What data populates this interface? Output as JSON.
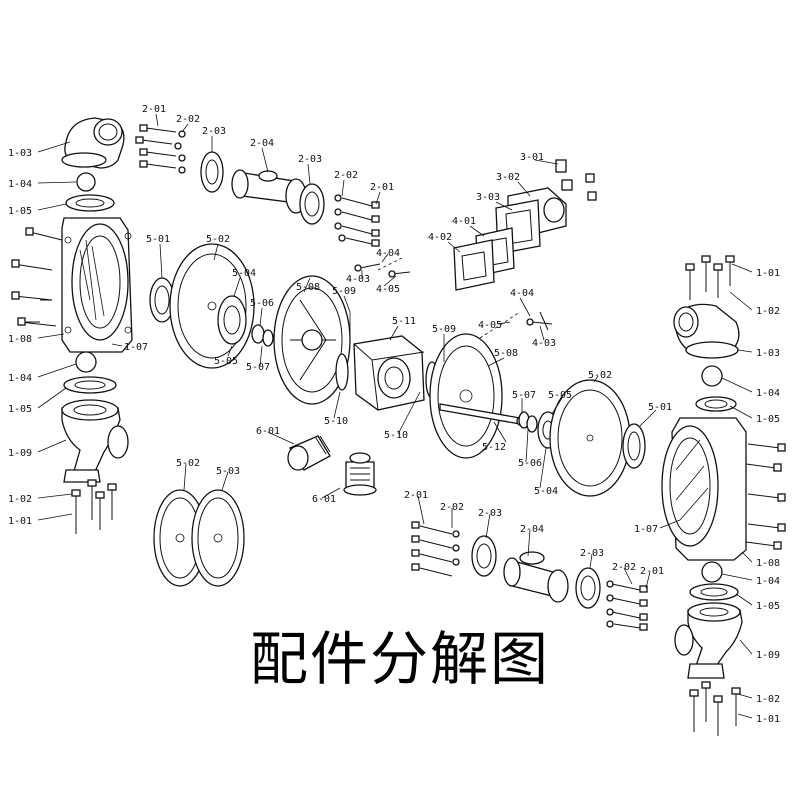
{
  "title": "配件分解图",
  "labels": {
    "p1_03": "1-03",
    "p1_04a": "1-04",
    "p1_05a": "1-05",
    "p1_08a": "1-08",
    "p1_07a": "1-07",
    "p1_04b": "1-04",
    "p1_05b": "1-05",
    "p1_09a": "1-09",
    "p1_02a": "1-02",
    "p1_01a": "1-01",
    "p2_01a": "2-01",
    "p2_02a": "2-02",
    "p2_03a": "2-03",
    "p2_04a": "2-04",
    "p2_03b": "2-03",
    "p2_02b": "2-02",
    "p2_01b": "2-01",
    "p3_01": "3-01",
    "p3_02": "3-02",
    "p3_03": "3-03",
    "p4_01": "4-01",
    "p4_02": "4-02",
    "p4_04a": "4-04",
    "p4_03a": "4-03",
    "p4_05a": "4-05",
    "p4_04b": "4-04",
    "p4_05b": "4-05",
    "p4_03b": "4-03",
    "p5_01a": "5-01",
    "p5_02a": "5-02",
    "p5_04a": "5-04",
    "p5_06a": "5-06",
    "p5_05a": "5-05",
    "p5_07a": "5-07",
    "p5_08a": "5-08",
    "p5_09a": "5-09",
    "p5_11": "5-11",
    "p5_10a": "5-10",
    "p5_09b": "5-09",
    "p5_08b": "5-08",
    "p5_10b": "5-10",
    "p5_12": "5-12",
    "p5_07b": "5-07",
    "p5_05b": "5-05",
    "p5_06b": "5-06",
    "p5_04b": "5-04",
    "p5_02b": "5-02",
    "p5_01b": "5-01",
    "p6_01a": "6-01",
    "p6_01b": "6-01",
    "p5_02c": "5-02",
    "p5_03": "5-03",
    "p2_01c": "2-01",
    "p2_02c": "2-02",
    "p2_03c": "2-03",
    "p2_04b": "2-04",
    "p2_03d": "2-03",
    "p2_02d": "2-02",
    "p2_01d": "2-01",
    "p1_01b": "1-01",
    "p1_02b": "1-02",
    "p1_03b": "1-03",
    "p1_04c": "1-04",
    "p1_05c": "1-05",
    "p1_07b": "1-07",
    "p1_08b": "1-08",
    "p1_04d": "1-04",
    "p1_05d": "1-05",
    "p1_09b": "1-09",
    "p1_02c": "1-02",
    "p1_01c": "1-01"
  }
}
